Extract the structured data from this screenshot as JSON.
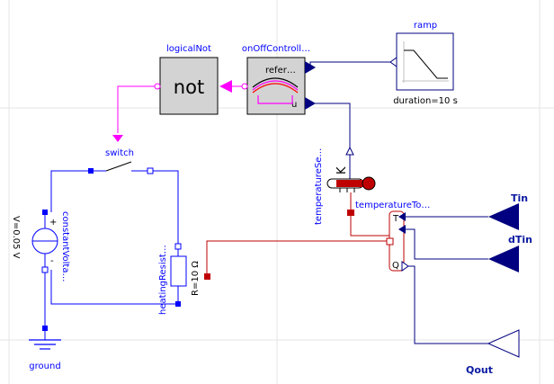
{
  "colors": {
    "signal": "#000080",
    "boolean": "#ff00ff",
    "electric": "#0000ff",
    "thermal": "#bf0000",
    "block_fill": "#d3d3d3",
    "grid": "#e0e0e0"
  },
  "components": {
    "logicalNot": {
      "name": "logicalNot",
      "text": "not"
    },
    "onOffController": {
      "name": "onOffControll…",
      "input_label": "refer…",
      "port_label": "u"
    },
    "ramp": {
      "name": "ramp",
      "param": "duration=10 s"
    },
    "switch": {
      "name": "switch"
    },
    "constantVoltage": {
      "name": "constantVolta…",
      "param": "V=0.05 V",
      "plus": "+",
      "minus": "-"
    },
    "heatingResistor": {
      "name": "heatingResist…",
      "param": "R=10 Ω"
    },
    "temperatureSensor": {
      "name": "temperatureSe…",
      "unit": "K"
    },
    "temperatureToHeat": {
      "name": "temperatureTo…",
      "port_T": "T",
      "port_Q": "Q"
    },
    "ground": {
      "name": "ground"
    },
    "Tin": {
      "name": "Tin"
    },
    "dTin": {
      "name": "dTin"
    },
    "Qout": {
      "name": "Qout"
    }
  }
}
